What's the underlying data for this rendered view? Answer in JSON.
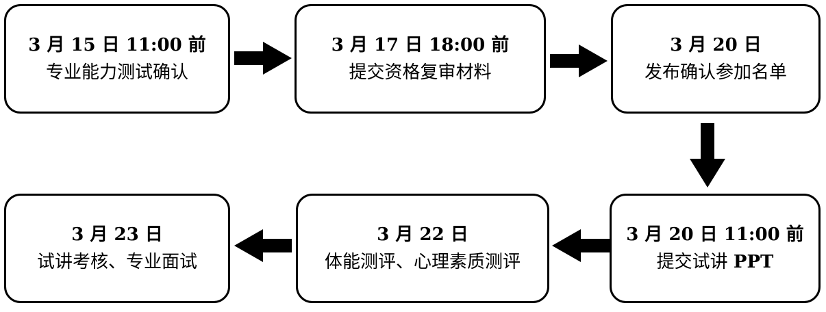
{
  "steps": [
    {
      "date": "3 月 15 日 11:00 前",
      "task": "专业能力测试确认"
    },
    {
      "date": "3 月 17 日 18:00 前",
      "task": "提交资格复审材料"
    },
    {
      "date": "3 月 20 日",
      "task": "发布确认参加名单"
    },
    {
      "date": "3 月 20 日 11:00 前",
      "task": "提交试讲",
      "task_suffix": "PPT"
    },
    {
      "date": "3 月 22 日",
      "task": "体能测评、心理素质测评"
    },
    {
      "date": "3 月 23 日",
      "task": "试讲考核、专业面试"
    }
  ],
  "colors": {
    "stroke": "#000000",
    "fill": "#ffffff",
    "arrow": "#000000"
  }
}
